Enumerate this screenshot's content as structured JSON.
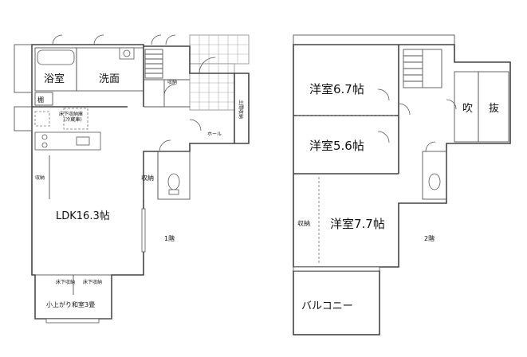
{
  "floor1": {
    "label": "1階",
    "rooms": {
      "bath": "浴室",
      "washroom": "洗面",
      "shelf": "棚",
      "storage_left": "収納",
      "storage_mid": "収納",
      "storage_top": "収納",
      "ldk": "LDK16.3帖",
      "hall": "ホール",
      "shoe_closet": "土間収納",
      "washer_note": "床下収納庫",
      "washer_note2": "(冷蔵庫)",
      "tatami": "小上がり和室3畳",
      "tatami_storage_a": "床下収納",
      "tatami_storage_b": "床下収納"
    }
  },
  "floor2": {
    "label": "2階",
    "rooms": {
      "western_a": "洋室6.7帖",
      "western_b": "洋室5.6帖",
      "western_c": "洋室7.7帖",
      "storage": "収納",
      "void": "吹",
      "void2": "抜",
      "balcony": "バルコニー"
    }
  }
}
